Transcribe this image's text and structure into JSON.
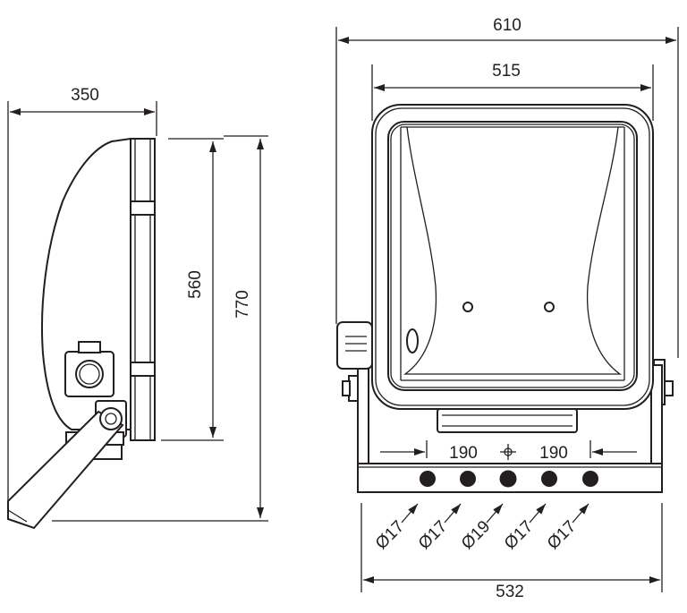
{
  "side_view": {
    "depth": "350",
    "glass_height": "560",
    "total_height": "770"
  },
  "front_view": {
    "total_width": "610",
    "inner_width": "515",
    "hole_spacing_left": "190",
    "hole_spacing_right": "190",
    "base_width": "532",
    "holes": [
      "Ø17",
      "Ø17",
      "Ø19",
      "Ø17",
      "Ø17"
    ]
  },
  "colors": {
    "line": "#231f20",
    "background": "#ffffff"
  }
}
